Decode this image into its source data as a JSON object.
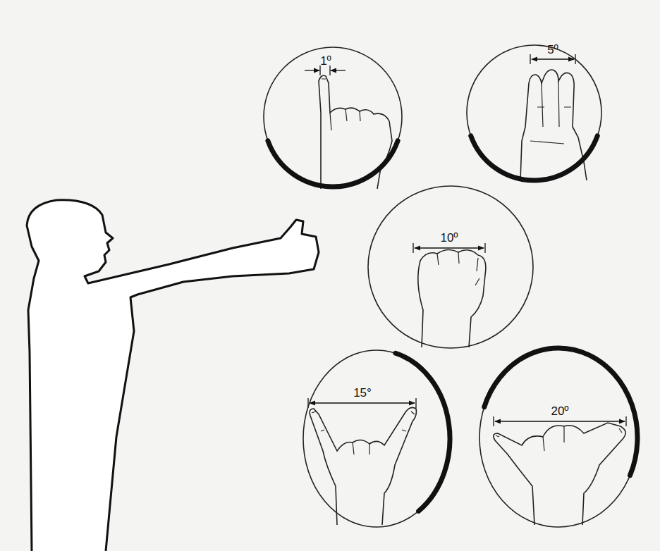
{
  "diagram": {
    "nodes": [
      {
        "text": [
          "1º"
        ]
      },
      {
        "text": [
          "5º"
        ]
      },
      {
        "text": [
          "10º"
        ]
      },
      {
        "text": [
          "15°"
        ]
      },
      {
        "text": [
          "20º"
        ]
      }
    ]
  }
}
